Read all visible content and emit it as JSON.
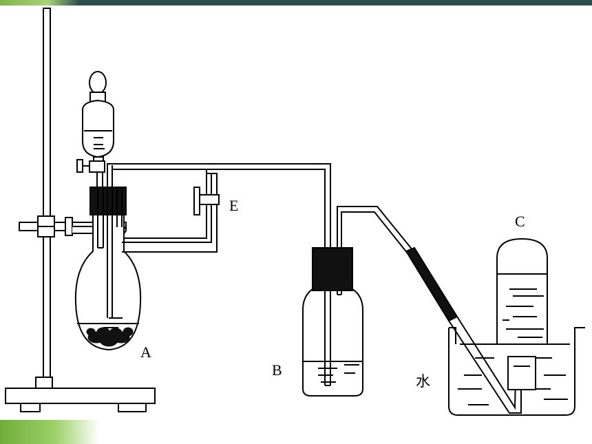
{
  "labels": {
    "flask": "A",
    "bottle": "B",
    "collector": "C",
    "clamp": "E",
    "water": "水"
  },
  "colors": {
    "header_bar": "#2d4f4c",
    "accent_green": "#7fb547",
    "ink": "#000000"
  }
}
